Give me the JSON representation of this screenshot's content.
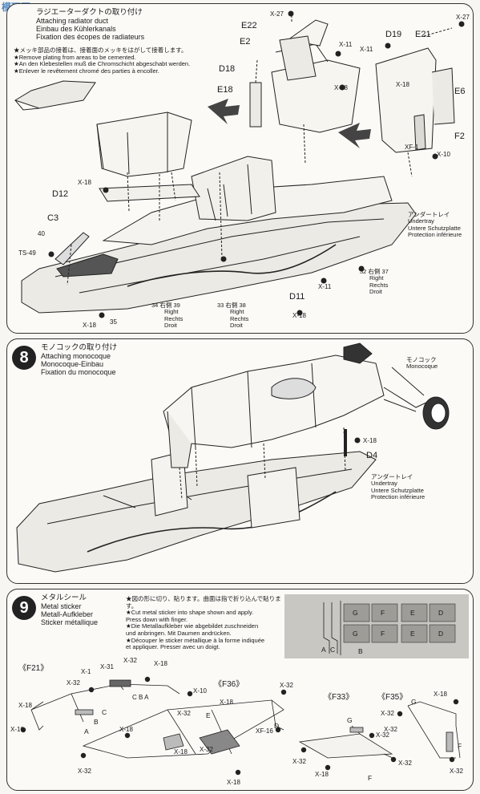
{
  "watermark": "模玩网",
  "step7": {
    "title_jp": "ラジエーターダクトの取り付け",
    "title_en": "Attaching radiator duct",
    "title_de": "Einbau des Kühlerkanals",
    "title_fr": "Fixation des écopes de radiateurs",
    "notes": [
      "★メッキ部品の接着は、接着面のメッキをはがして接着します。",
      "★Remove plating from areas to be cemented.",
      "★An den Klebestellen muß die Chromschicht abgeschabt werden.",
      "★Enlever le revêtement chromé des parties à encoller."
    ],
    "parts": {
      "x27a": "X-27",
      "e22": "E22",
      "e2": "E2",
      "x11a": "X-11",
      "d18": "D18",
      "e18": "E18",
      "x18a": "X-18",
      "d19": "D19",
      "e21": "E21",
      "x27b": "X-27",
      "x11b": "X-11",
      "e6": "E6",
      "x18b": "X-18",
      "f2": "F2",
      "xf1": "XF-1",
      "x10": "X-10",
      "x18c": "X-18",
      "d12": "D12",
      "c3": "C3",
      "n40": "40",
      "ts49": "TS-49",
      "x18d": "X-18",
      "n35": "35",
      "d11": "D11",
      "x11c": "X-11",
      "x18e": "X-18"
    },
    "undertray": [
      "アンダートレイ",
      "Undertray",
      "Untere Schutzplatte",
      "Protection inférieure"
    ],
    "right37": [
      "32 右側 37",
      "Right",
      "Rechts",
      "Droit"
    ],
    "right39": [
      "34 右側 39",
      "Right",
      "Rechts",
      "Droit"
    ],
    "right38": [
      "33 右側 38",
      "Right",
      "Rechts",
      "Droit"
    ]
  },
  "step8": {
    "number": "8",
    "title_jp": "モノコックの取り付け",
    "title_en": "Attaching monocoque",
    "title_de": "Monocoque-Einbau",
    "title_fr": "Fixation du monocoque",
    "monocoque": [
      "モノコック",
      "Monocoque"
    ],
    "undertray": [
      "アンダートレイ",
      "Undertray",
      "Untere Schutzplatte",
      "Protection inférieure"
    ],
    "x18": "X-18",
    "d4": "D4"
  },
  "step9": {
    "number": "9",
    "title_jp": "メタルシール",
    "title_en": "Metal sticker",
    "title_de": "Metall-Aufkleber",
    "title_fr": "Sticker métallique",
    "instructions": [
      "★図の形に切り、貼ります。曲面は指で折り込んで貼ります。",
      "★Cut metal sticker into shape shown and apply.",
      "Press down with finger.",
      "★Die Metallaufkleber wie abgebildet zuschneiden",
      "und anbringen. Mit Daumen andrücken.",
      "★Découper le sticker métallique à la forme indiquée",
      "et appliquer. Presser avec un doigt."
    ],
    "sticker_letters": [
      "G",
      "F",
      "E",
      "D",
      "G",
      "F",
      "E",
      "D",
      "A",
      "C",
      "B"
    ],
    "groups": [
      "《F21》",
      "《F36》",
      "《F33》",
      "《F35》"
    ],
    "f21": {
      "x1": "X-1",
      "x31": "X-31",
      "x32a": "X-32",
      "x18a": "X-18",
      "x10a": "X-10",
      "x32b": "X-32",
      "x18b": "X-18",
      "x10b": "X-10",
      "c": "C",
      "b": "B",
      "a": "A",
      "cba": "C B A"
    },
    "f36": {
      "x32a": "X-32",
      "x18a": "X-18",
      "x32b": "X-32",
      "e": "E",
      "x18b": "X-18",
      "d": "D",
      "xf16": "XF-16",
      "x32c": "X-32",
      "x18c": "X-18",
      "x32d": "X-32",
      "x18d": "X-18"
    },
    "f33": {
      "g": "G",
      "x32a": "X-32",
      "x32b": "X-32",
      "x18": "X-18",
      "f": "F",
      "x32c": "X-32"
    },
    "f35": {
      "x18a": "X-18",
      "x32a": "X-32",
      "g": "G",
      "x32b": "X-32",
      "f": "F",
      "x32c": "X-32"
    }
  }
}
